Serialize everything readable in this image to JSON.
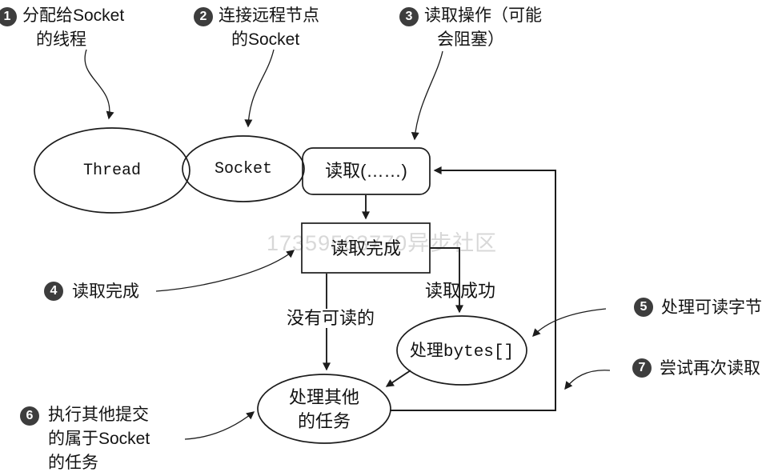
{
  "watermark": "17359563770异步社区",
  "callouts": [
    {
      "num": "1",
      "lines": [
        "分配给Socket",
        "的线程"
      ]
    },
    {
      "num": "2",
      "lines": [
        "连接远程节点",
        "的Socket"
      ]
    },
    {
      "num": "3",
      "lines": [
        "读取操作（可能",
        "会阻塞）"
      ]
    },
    {
      "num": "4",
      "lines": [
        "读取完成"
      ]
    },
    {
      "num": "5",
      "lines": [
        "处理可读字节"
      ]
    },
    {
      "num": "6",
      "lines": [
        "执行其他提交",
        "的属于Socket",
        "的任务"
      ]
    },
    {
      "num": "7",
      "lines": [
        "尝试再次读取"
      ]
    }
  ],
  "nodes": {
    "thread": "Thread",
    "socket": "Socket",
    "read_call": "读取(……)",
    "read_complete": "读取完成",
    "process_bytes": "处理bytes[]",
    "other_tasks_line1": "处理其他",
    "other_tasks_line2": "的任务"
  },
  "edge_labels": {
    "read_success": "读取成功",
    "nothing_to_read": "没有可读的"
  },
  "colors": {
    "line": "#1c1c1c",
    "badge_fill": "#3d3d3d",
    "watermark": "#d8d8d8"
  }
}
